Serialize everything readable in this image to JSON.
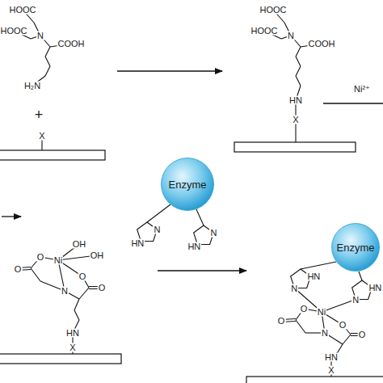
{
  "diagram": {
    "nodes": [
      {
        "text": [
          "Enzyme"
        ]
      },
      {
        "text": [
          "Enzyme"
        ]
      }
    ],
    "labels": [
      "HOOC",
      "HOOC",
      "N",
      "COOH",
      "H₂N",
      "+",
      "X",
      "HOOC",
      "HOOC",
      "N",
      "COOH",
      "HN",
      "X",
      "Ni²⁺",
      "OH",
      "OH",
      "O",
      "Ni",
      "O",
      "N",
      "O",
      "O",
      "HN",
      "X",
      "N",
      "HN",
      "N",
      "HN",
      "N",
      "HN",
      "N",
      "HN",
      "O",
      "Ni",
      "O",
      "N",
      "O",
      "O",
      "HN",
      "X"
    ]
  }
}
